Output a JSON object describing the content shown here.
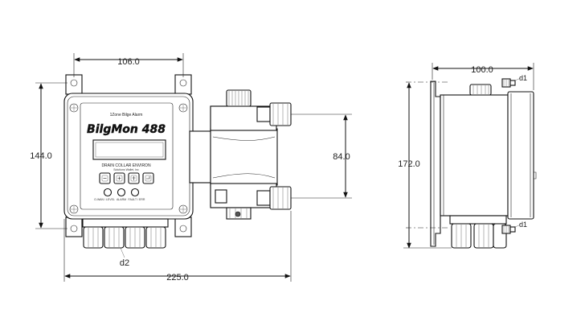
{
  "front_view": {
    "panel": {
      "top_label": "1Zone Bilge Alarm",
      "brand": "BilgMon 488",
      "maker": "DRAIN COLLAR ENVIRON",
      "maker_sub": "Solutions Wallet, Inc"
    },
    "indicators": [
      "O-WAN / LEVEL",
      "ALARM",
      "FAULT / ERR"
    ],
    "dimensions": {
      "width_top": "106.0",
      "height_left": "144.0",
      "pipe_spacing": "84.0",
      "overall_width": "225.0",
      "gland_label": "d2"
    }
  },
  "side_view": {
    "dimensions": {
      "depth_top": "100.0",
      "height_left": "172.0",
      "bolt_top": "d1",
      "bolt_bottom": "d1"
    }
  }
}
